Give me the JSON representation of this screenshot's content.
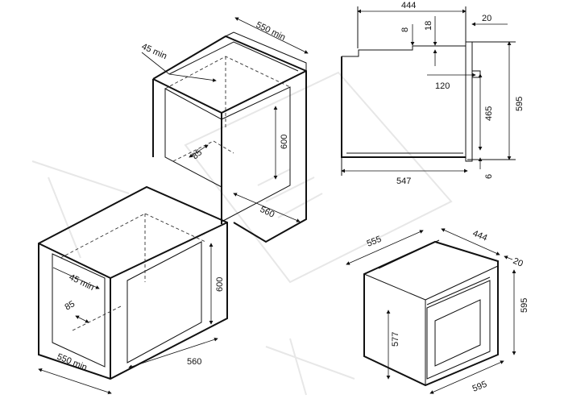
{
  "upper_cabinet": {
    "d_550min": "550 min",
    "d_45min": "45 min",
    "d_85": "85",
    "d_600": "600",
    "d_560": "560"
  },
  "lower_cabinet": {
    "d_45min": "45 min",
    "d_85": "85",
    "d_600": "600",
    "d_560": "560",
    "d_550min": "550 min"
  },
  "side_view": {
    "d_444": "444",
    "d_20": "20",
    "d_8": "8",
    "d_18": "18",
    "d_120": "120",
    "d_595": "595",
    "d_465": "465",
    "d_6": "6",
    "d_547": "547"
  },
  "oven_3d": {
    "d_555": "555",
    "d_444": "444",
    "d_20": "20",
    "d_595_h": "595",
    "d_577": "577",
    "d_595_w": "595"
  }
}
